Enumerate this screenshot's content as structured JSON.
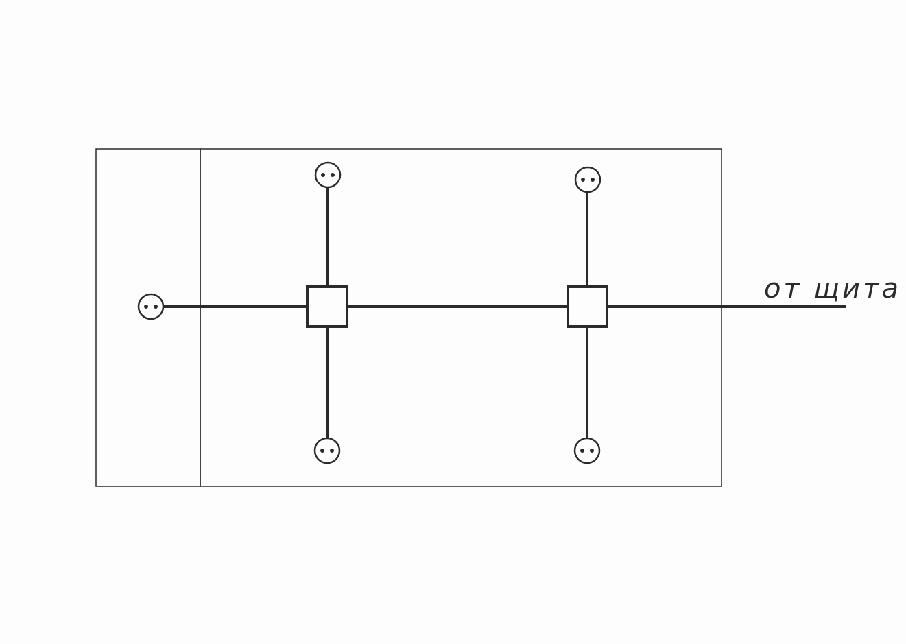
{
  "diagram": {
    "supply_label": "от щита",
    "elements": {
      "rooms": [
        "small-room",
        "main-room"
      ],
      "junction_boxes": [
        "junction-box-left",
        "junction-box-right"
      ],
      "sockets": [
        "socket-left-wall",
        "socket-box1-top",
        "socket-box1-bottom",
        "socket-box2-top",
        "socket-box2-bottom"
      ]
    }
  }
}
